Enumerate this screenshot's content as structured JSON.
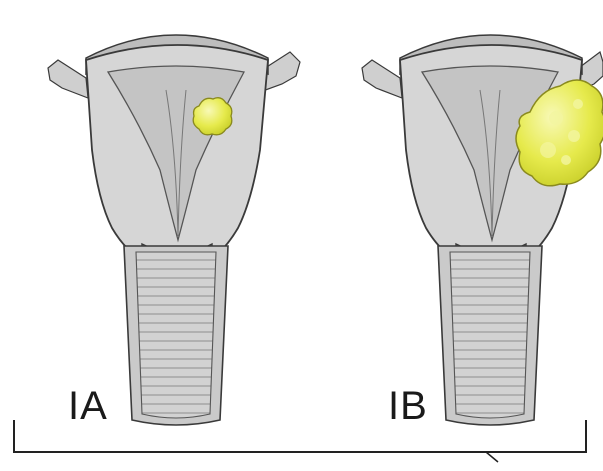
{
  "panels": [
    {
      "stage_label": "IA"
    },
    {
      "stage_label": "IB"
    }
  ],
  "colors": {
    "tissue": "#d6d6d6",
    "tissue_dark": "#bcbcbc",
    "cavity": "#c8c8c8",
    "outline": "#3a3a3a",
    "tumor_fill": "#e3e84a",
    "tumor_highlight": "#f6f7a8",
    "tumor_outline": "#8a8a1e",
    "bracket": "#222222"
  },
  "icons": [
    "uterus-illustration",
    "tumor-icon",
    "grouping-bracket"
  ]
}
